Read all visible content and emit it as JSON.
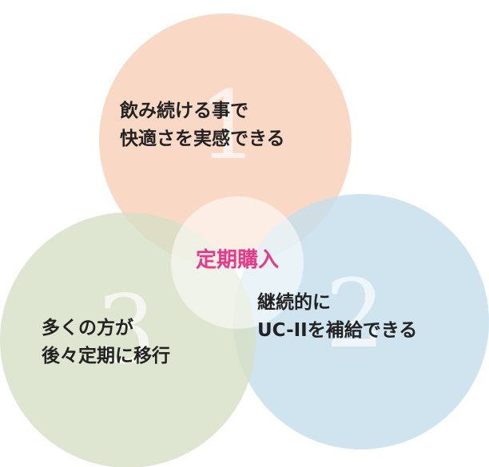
{
  "colors": {
    "circle_1": "#f8d2bc",
    "circle_2": "#c4ddec",
    "circle_3": "#d6dec4",
    "center": "#ffffff",
    "accent": "#e8388a",
    "text": "#222222"
  },
  "center": {
    "label": "定期購入"
  },
  "circles": [
    {
      "number": "1",
      "lines": [
        "飲み続ける事で",
        "快適さを実感できる"
      ]
    },
    {
      "number": "2",
      "lines": [
        "継続的に",
        "UC-IIを補給できる"
      ]
    },
    {
      "number": "3",
      "lines": [
        "多くの方が",
        "後々定期に移行"
      ]
    }
  ]
}
